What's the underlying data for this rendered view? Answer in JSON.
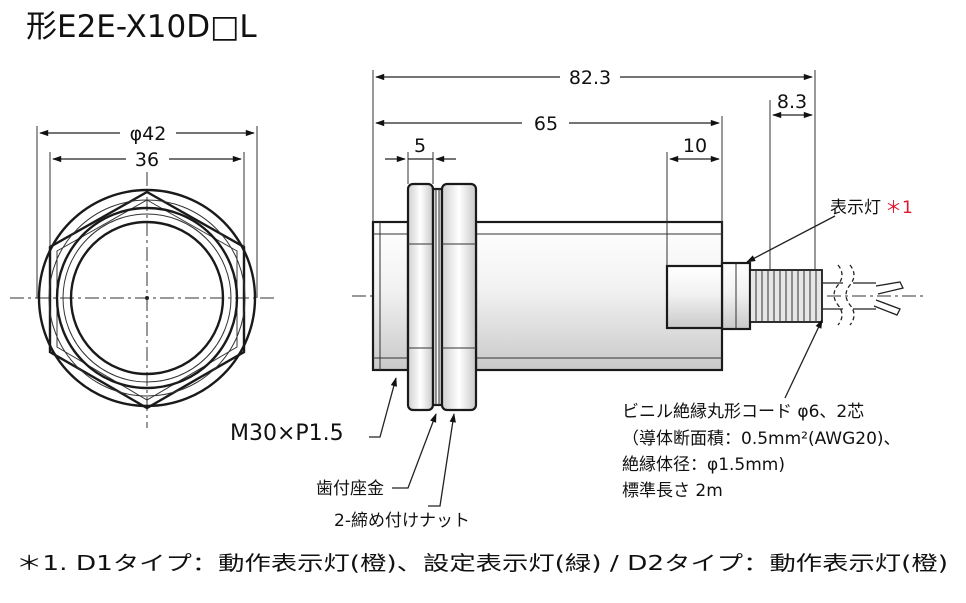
{
  "title": "形E2E-X10D□L",
  "dimensions": {
    "front_dia": "φ42",
    "front_width": "36",
    "overall_length": "82.3",
    "body_length": "65",
    "washer_offset": "5",
    "face_length": "10",
    "cable_tip": "8.3"
  },
  "labels": {
    "indicator_prefix": "表示灯",
    "indicator_mark": "＊1",
    "thread": "M30×P1.5",
    "washer": "歯付座金",
    "nut": "2-締め付けナット",
    "cable_line1": "ビニル絶縁丸形コード φ6、2芯",
    "cable_line2": "（導体断面積：0.5mm²(AWG20)、",
    "cable_line3": "絶縁体径：φ1.5mm)",
    "cable_line4": "標準長さ 2m"
  },
  "footnote": "＊1. D1タイプ：動作表示灯(橙)、設定表示灯(緑) / D2タイプ：動作表示灯(橙)",
  "colors": {
    "line": "#1a1a1a",
    "accent": "#e0142a"
  }
}
